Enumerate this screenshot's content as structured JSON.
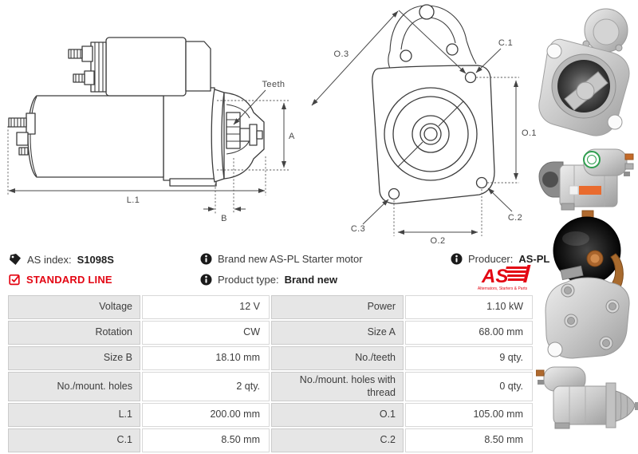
{
  "colors": {
    "accent_red": "#e30613",
    "line_art": "#3c3c3c"
  },
  "info_bar": {
    "as_index": {
      "label": "AS index:",
      "value": "S1098S"
    },
    "standard_line": "STANDARD LINE",
    "brand_new": "Brand new AS-PL Starter motor",
    "product_type": {
      "label": "Product type:",
      "value": "Brand new"
    },
    "producer": {
      "label": "Producer:",
      "value": "AS-PL"
    },
    "logo": {
      "text": "AS",
      "tagline": "Alternators, Starters & Parts"
    }
  },
  "drawings": {
    "side_view": {
      "teeth_label": "Teeth",
      "dim_a": "A",
      "dim_l1": "L.1",
      "dim_b": "B"
    },
    "front_view": {
      "dim_o3": "O.3",
      "dim_c1": "C.1",
      "dim_o1": "O.1",
      "dim_c2": "C.2",
      "dim_c3": "C.3",
      "dim_o2": "O.2"
    }
  },
  "photos": [
    {
      "name": "starter-front-flange-photo"
    },
    {
      "name": "starter-side-photo-green-sticker"
    },
    {
      "name": "starter-rear-solenoid-photo"
    },
    {
      "name": "starter-side-photo-bottom"
    }
  ],
  "spec_table": {
    "rows": [
      {
        "label1": "Voltage",
        "value1": "12 V",
        "label2": "Power",
        "value2": "1.10 kW"
      },
      {
        "label1": "Rotation",
        "value1": "CW",
        "label2": "Size A",
        "value2": "68.00 mm"
      },
      {
        "label1": "Size B",
        "value1": "18.10 mm",
        "label2": "No./teeth",
        "value2": "9 qty."
      },
      {
        "label1": "No./mount. holes",
        "value1": "2 qty.",
        "label2": "No./mount. holes with thread",
        "value2": "0 qty."
      },
      {
        "label1": "L.1",
        "value1": "200.00 mm",
        "label2": "O.1",
        "value2": "105.00 mm"
      },
      {
        "label1": "C.1",
        "value1": "8.50 mm",
        "label2": "C.2",
        "value2": "8.50 mm"
      }
    ]
  }
}
